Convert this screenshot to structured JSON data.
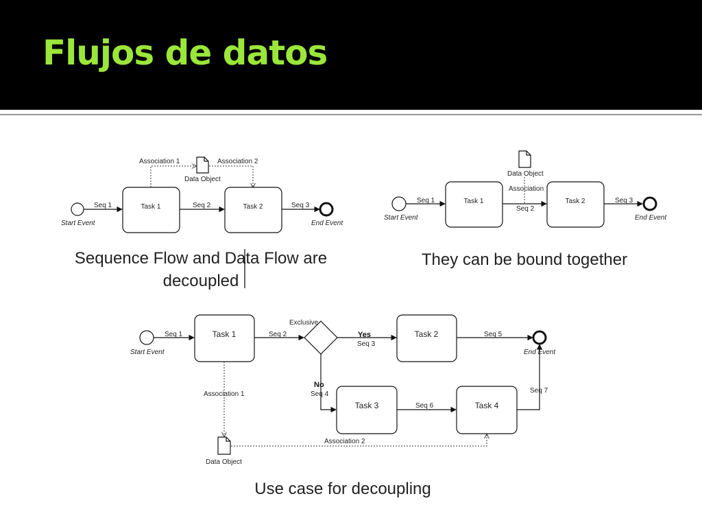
{
  "title": "Flujos de datos",
  "diagram1": {
    "association_1": "Association 1",
    "association_2": "Association 2",
    "data_object": "Data Object",
    "start_event": "Start Event",
    "end_event": "End Event",
    "task_1": "Task 1",
    "task_2": "Task 2",
    "seq_1": "Seq 1",
    "seq_2": "Seq 2",
    "seq_3": "Seq 3",
    "caption_line1": "Sequence Flow and Data Flow are",
    "caption_line2": "decoupled"
  },
  "diagram2": {
    "data_object": "Data Object",
    "association": "Association",
    "start_event": "Start Event",
    "end_event": "End Event",
    "task_1": "Task 1",
    "task_2": "Task 2",
    "seq_1": "Seq 1",
    "seq_2": "Seq 2",
    "seq_3": "Seq 3",
    "caption": "They can be bound together"
  },
  "diagram3": {
    "start_event": "Start Event",
    "end_event": "End Event",
    "task_1": "Task 1",
    "task_2": "Task 2",
    "task_3": "Task 3",
    "task_4": "Task 4",
    "exclusive": "Exclusive",
    "yes": "Yes",
    "no": "No",
    "seq_1": "Seq 1",
    "seq_2": "Seq 2",
    "seq_3": "Seq 3",
    "seq_4": "Seq 4",
    "seq_5": "Seq 5",
    "seq_6": "Seq 6",
    "seq_7": "Seq 7",
    "association_1": "Association 1",
    "association_2": "Association 2",
    "data_object": "Data Object",
    "caption": "Use case for decoupling"
  }
}
